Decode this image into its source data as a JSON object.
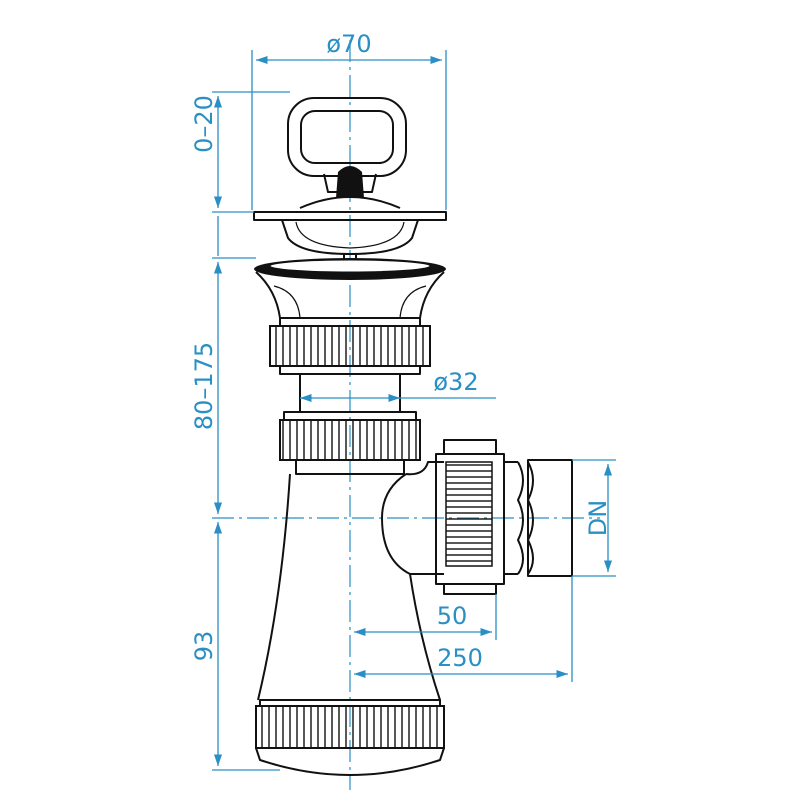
{
  "diagram": {
    "dimensions": {
      "top_diameter": "ø70",
      "plug_adjust": "0–20",
      "pipe_diameter": "ø32",
      "height_range": "80–175",
      "bottom_height": "93",
      "outlet_offset": "50",
      "outlet_reach": "250",
      "outlet_size": "DN"
    },
    "colors": {
      "dimension": "#2a8fc4",
      "outline": "#111111"
    }
  }
}
